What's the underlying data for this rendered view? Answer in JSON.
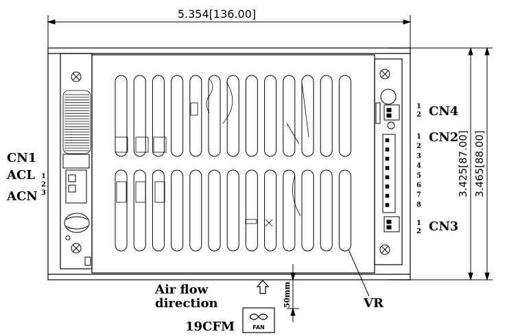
{
  "dimensions": {
    "width": "5.354[136.00]",
    "height_inner": "3.425[87.00]",
    "height_outer": "3.465[88.00]",
    "fan_clearance": "50mm"
  },
  "connectors": {
    "cn1": {
      "name": "CN1",
      "pins": [
        "ACL",
        "ACN"
      ],
      "pin_numbers": [
        "1",
        "2",
        "3"
      ]
    },
    "cn4": {
      "name": "CN4",
      "pin_numbers": [
        "1",
        "2"
      ]
    },
    "cn2": {
      "name": "CN2",
      "pin_numbers": [
        "1",
        "2",
        "3",
        "4",
        "5",
        "6",
        "7",
        "8"
      ]
    },
    "cn3": {
      "name": "CN3",
      "pin_numbers": [
        "1",
        "2"
      ]
    }
  },
  "airflow": {
    "line1": "Air flow",
    "line2": "direction",
    "rate": "19CFM",
    "fan_label": "FAN"
  },
  "vr_label": "VR"
}
